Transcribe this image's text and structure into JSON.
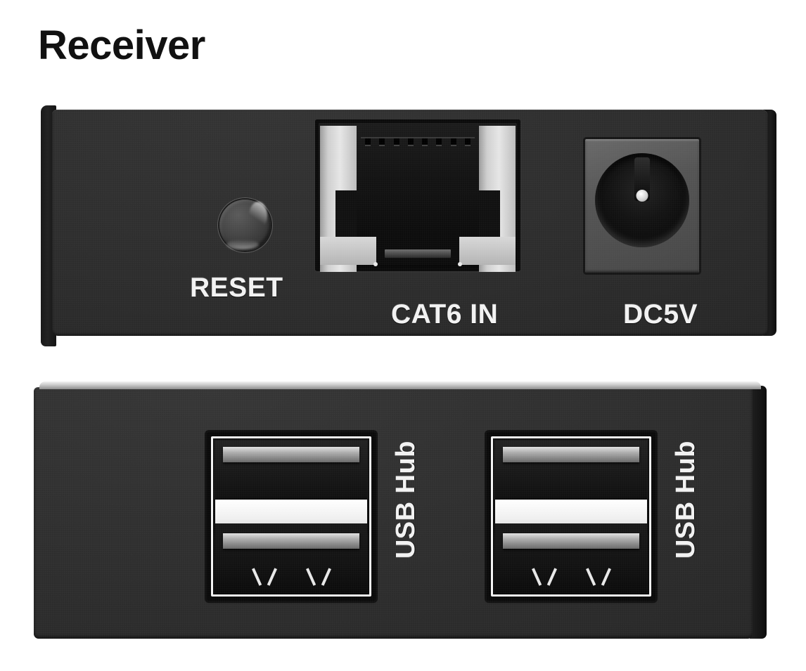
{
  "page": {
    "title": "Receiver",
    "background_color": "#ffffff",
    "panel_color": "#2e2e2e",
    "label_color": "#f2f2f2",
    "metal_color": "#e6e6e6"
  },
  "devices": [
    {
      "name": "rear-panel",
      "ports": [
        {
          "id": "reset",
          "label": "RESET",
          "type": "push-button"
        },
        {
          "id": "cat6-in",
          "label": "CAT6 IN",
          "type": "rj45-jack",
          "pins": 8
        },
        {
          "id": "dc5v",
          "label": "DC5V",
          "type": "dc-barrel-jack"
        }
      ]
    },
    {
      "name": "front-panel",
      "ports": [
        {
          "id": "usb-hub-1",
          "label": "USB Hub",
          "type": "usb-a-stacked-dual"
        },
        {
          "id": "usb-hub-2",
          "label": "USB Hub",
          "type": "usb-a-stacked-dual"
        }
      ]
    }
  ]
}
